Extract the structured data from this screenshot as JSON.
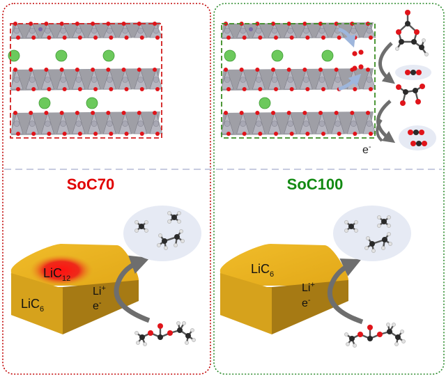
{
  "panels": {
    "left": {
      "title": "SoC70",
      "title_color": "#e00000",
      "border_color": "#c00000"
    },
    "right": {
      "title": "SoC100",
      "title_color": "#128a12",
      "border_color": "#2a8a2a"
    }
  },
  "left_electrode": {
    "core_label": "LiC",
    "core_sub": "12",
    "body_label": "LiC",
    "body_sub": "6",
    "ion_label": "Li",
    "ion_sup": "+",
    "electron_label": "e",
    "electron_sup": "-"
  },
  "right_electrode": {
    "body_label": "LiC",
    "body_sub": "6",
    "ion_label": "Li",
    "ion_sup": "+",
    "electron_label": "e",
    "electron_sup": "-"
  },
  "cathode_electron": {
    "label": "e",
    "sup": "-"
  },
  "colors": {
    "oxygen": "#e0141a",
    "carbon": "#2a2a2a",
    "hydrogen": "#e2e2e2",
    "lithium": "#6cc95c",
    "metal": "#a8a8b4",
    "slab": "#8e8e96",
    "graphite": "#d4a418",
    "hotspot": "#e01818",
    "bubble": "#e6eaf4",
    "arrow": "#6e6e6e"
  }
}
